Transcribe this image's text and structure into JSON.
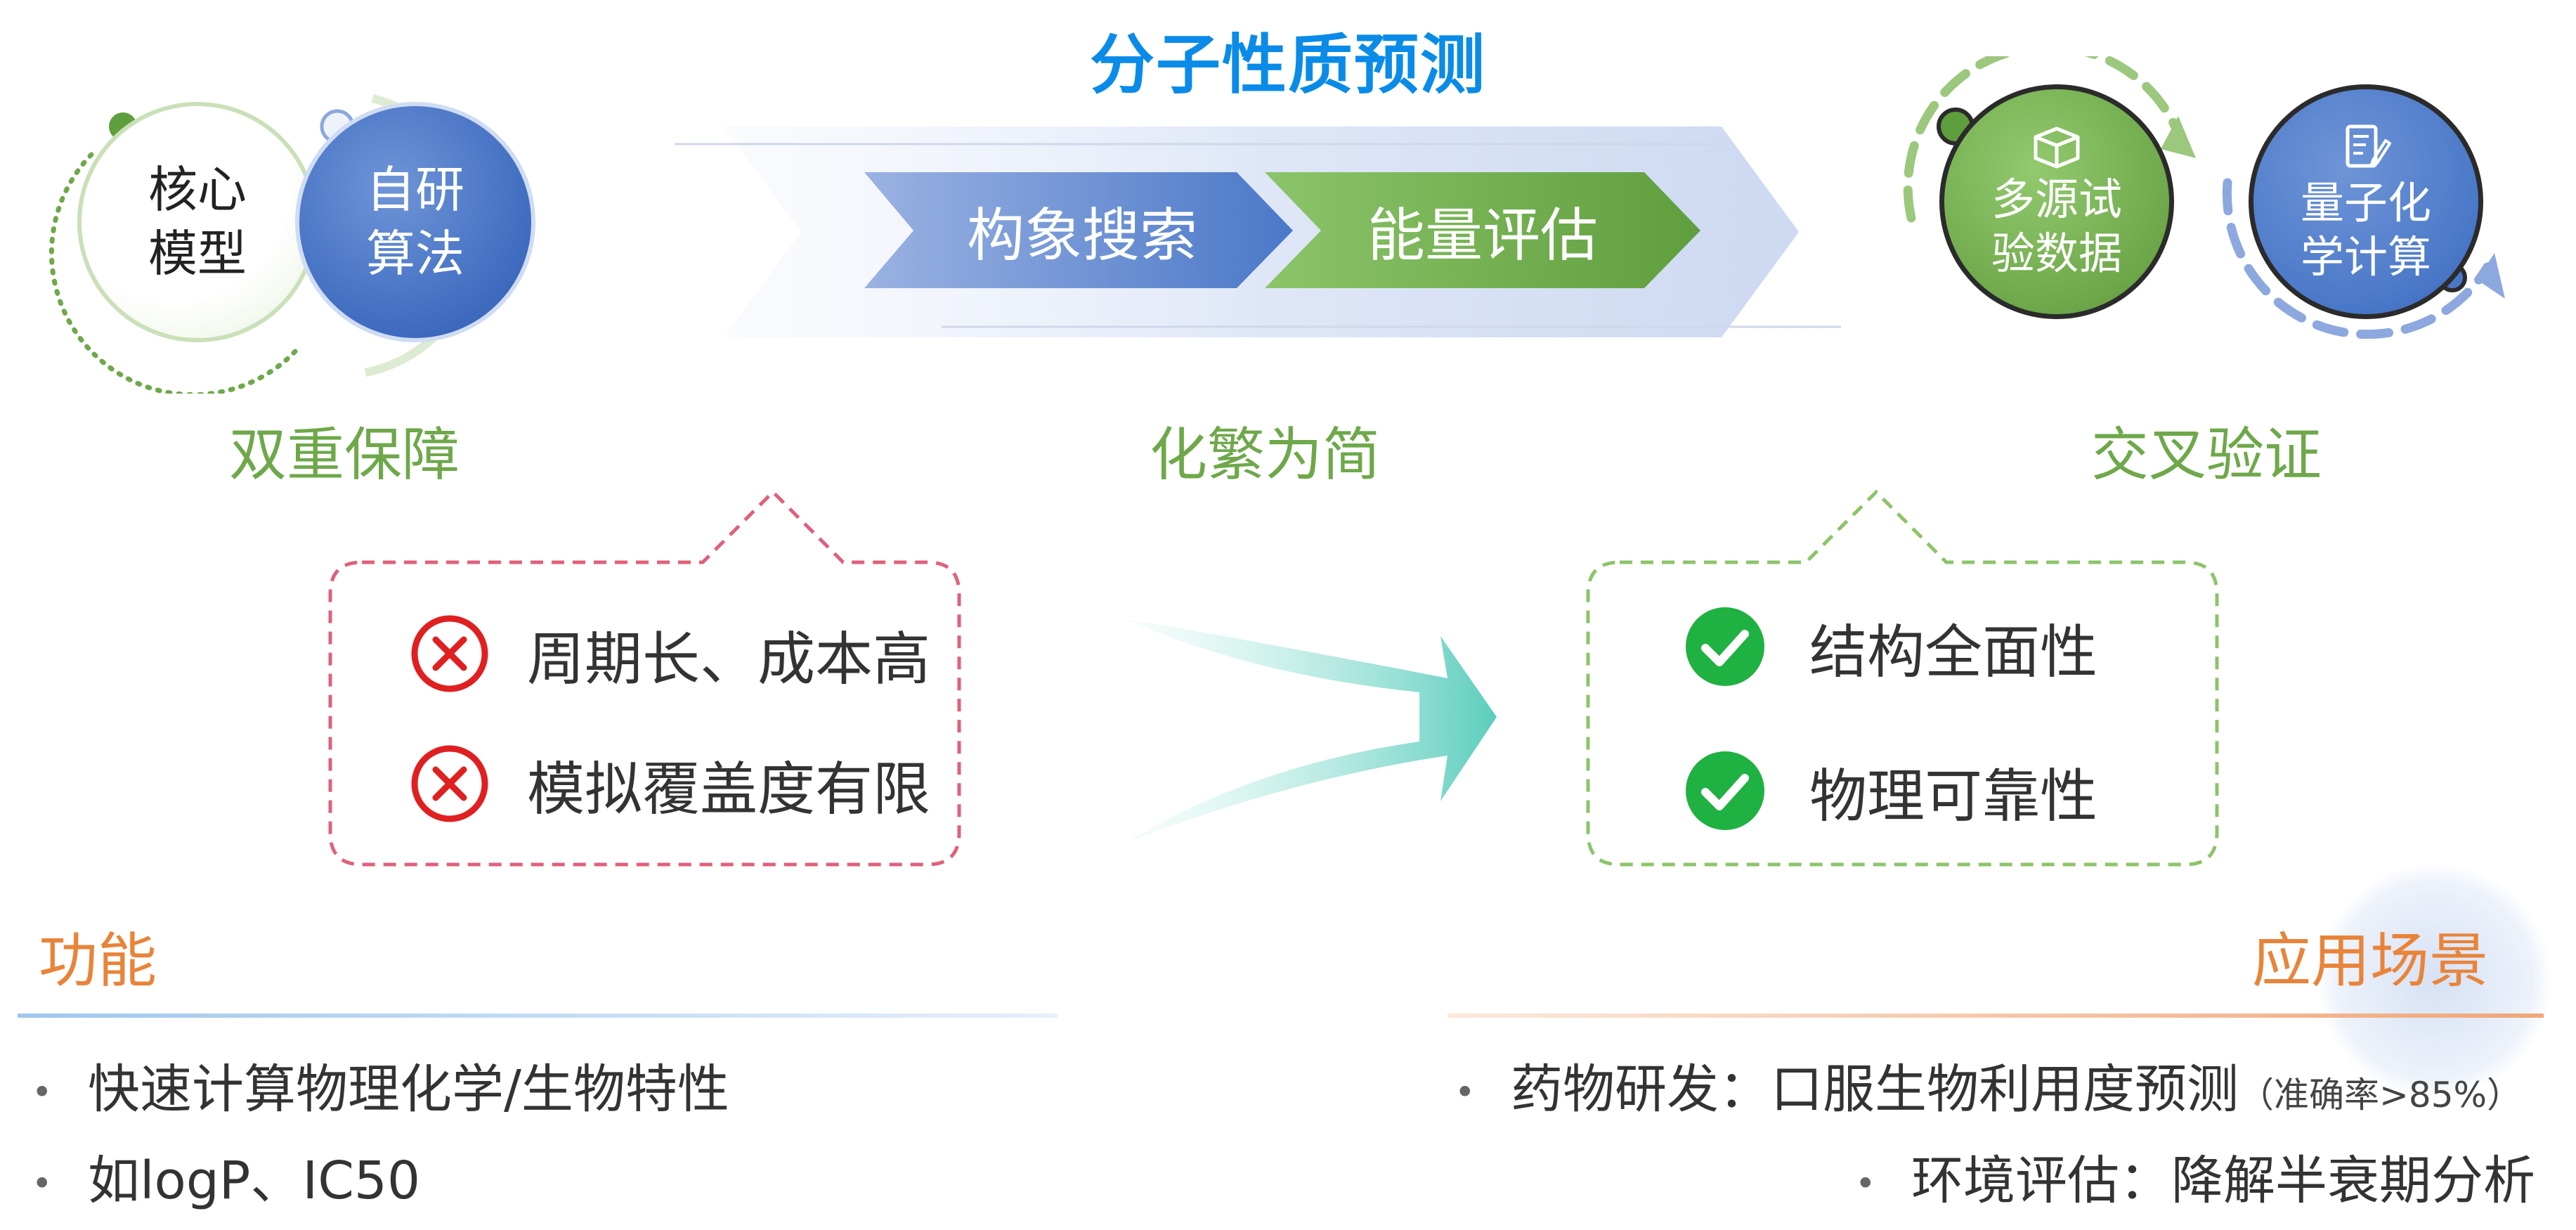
{
  "title": "分子性质预测",
  "left": {
    "circle_core": {
      "line1": "核心",
      "line2": "模型"
    },
    "circle_algo": {
      "line1": "自研",
      "line2": "算法"
    },
    "label": "双重保障"
  },
  "center": {
    "step1": "构象搜索",
    "step2": "能量评估",
    "label": "化繁为简"
  },
  "right": {
    "circle_data": {
      "line1": "多源试",
      "line2": "验数据"
    },
    "circle_qc": {
      "line1": "量子化",
      "line2": "学计算"
    },
    "label": "交叉验证"
  },
  "cons": {
    "items": [
      "周期长、成本高",
      "模拟覆盖度有限"
    ],
    "icon": "x-circle-icon"
  },
  "pros": {
    "items": [
      "结构全面性",
      "物理可靠性"
    ],
    "icon": "check-circle-icon"
  },
  "function_section": {
    "heading": "功能",
    "items": [
      "快速计算物理化学/生物特性",
      "如logP、IC50"
    ]
  },
  "application_section": {
    "heading": "应用场景",
    "item1_main": "药物研发：口服生物利用度预测",
    "item1_note": "（准确率>85%）",
    "item2": "环境评估：降解半衰期分析"
  },
  "bullet_char": "•",
  "colors": {
    "title_blue": "#0a8be8",
    "green": "#6ea84a",
    "blue": "#4a78c8",
    "red": "#e02020",
    "check_green": "#1fb141",
    "orange": "#e8843a"
  }
}
